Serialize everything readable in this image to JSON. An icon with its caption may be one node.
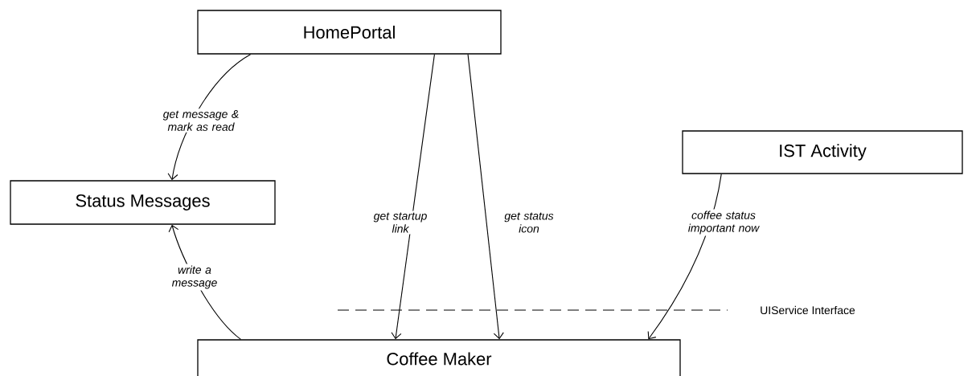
{
  "diagram": {
    "nodes": [
      {
        "text": [
          "HomePortal"
        ]
      },
      {
        "text": [
          "Status Messages"
        ]
      },
      {
        "text": [
          "IST Activity"
        ]
      },
      {
        "text": [
          "Coffee Maker"
        ]
      }
    ],
    "edges": [
      {
        "from": 0,
        "to": 1,
        "arrow": "to",
        "label": "get message & mark as read"
      },
      {
        "from": 3,
        "to": 1,
        "arrow": "to",
        "label": "write a message"
      },
      {
        "from": 0,
        "to": 3,
        "arrow": "to",
        "label": "get startup link"
      },
      {
        "from": 0,
        "to": 3,
        "arrow": "to",
        "label": "get status icon"
      },
      {
        "from": 2,
        "to": 3,
        "arrow": "to",
        "label": "coffee status important now"
      }
    ],
    "labels": [
      "UIService Interface"
    ]
  }
}
